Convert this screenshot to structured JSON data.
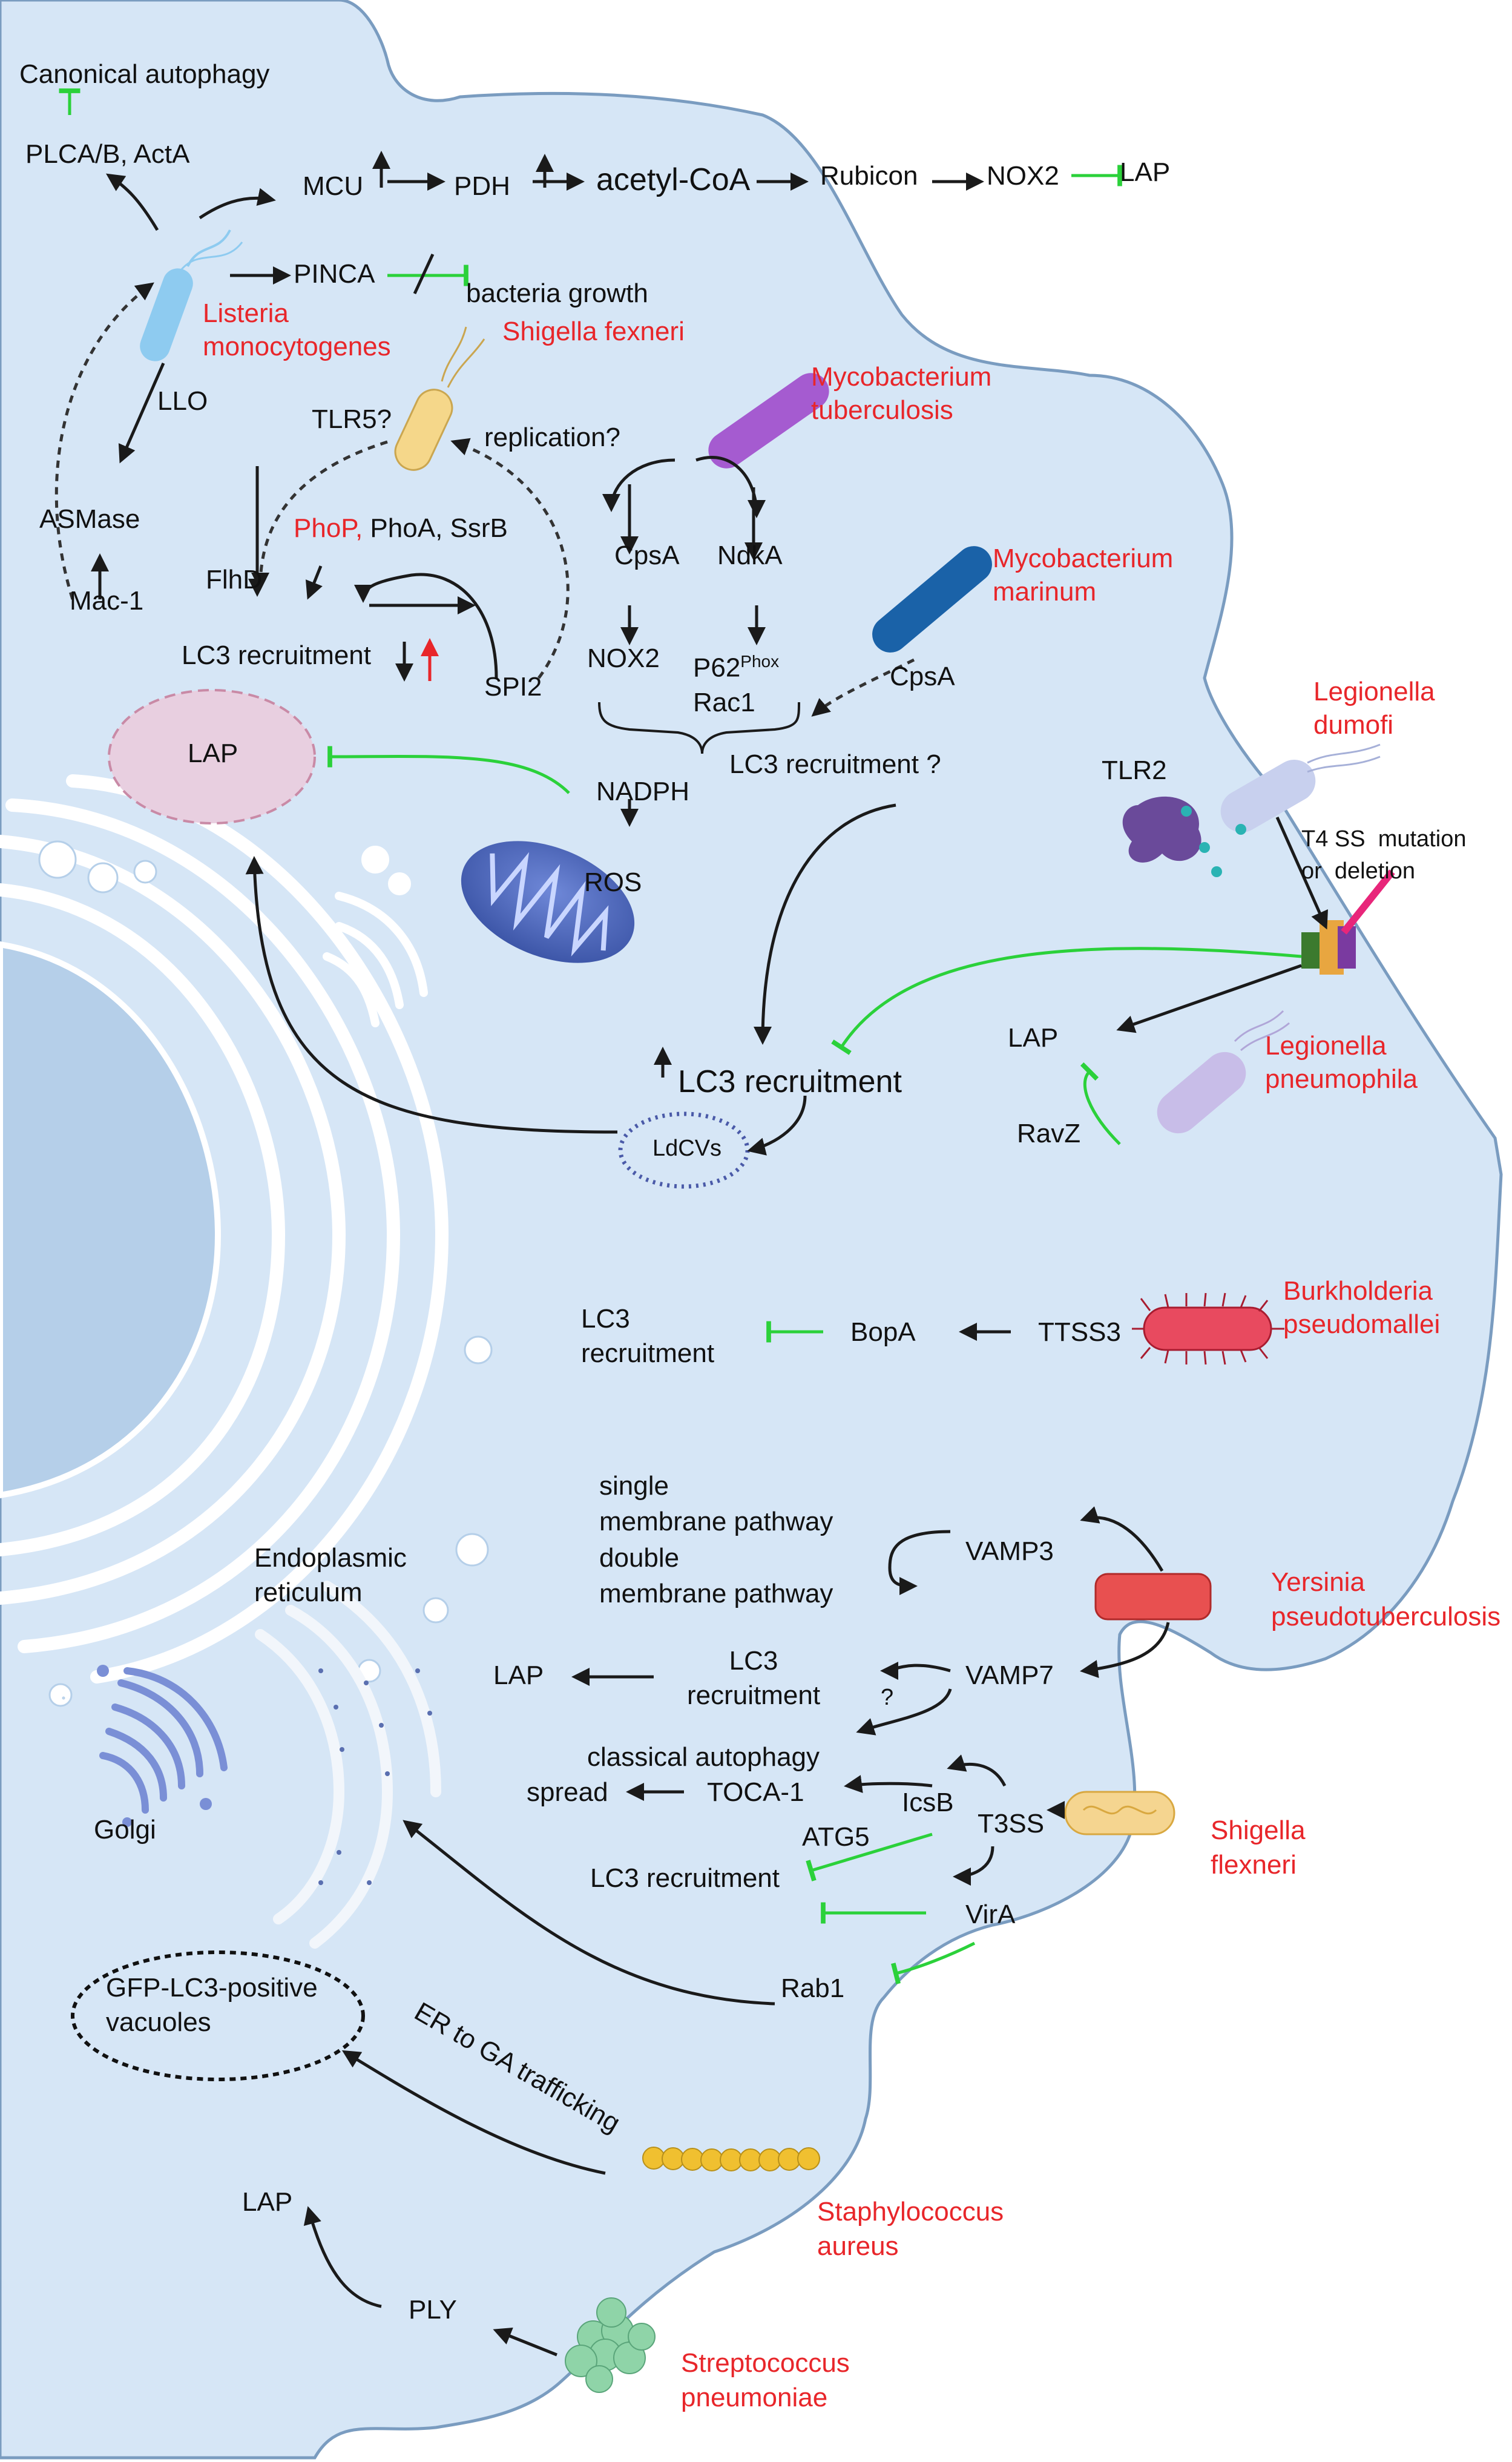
{
  "labels": {
    "canonical_autophagy": "Canonical   autophagy",
    "plca_acta": "PLCA/B,  ActA",
    "mcu": "MCU",
    "pdh": "PDH",
    "acetyl_coa": "acetyl-CoA",
    "rubicon": "Rubicon",
    "nox2_top": "NOX2",
    "lap_top": "LAP",
    "pinca": "PINCA",
    "bacteria_growth": "bacteria   growth",
    "listeria": "Listeria\nmonocytogenes",
    "shigella_top": "Shigella   fexneri",
    "mtb": "Mycobacterium\ntuberculosis",
    "llo": "LLO",
    "tlr5": "TLR5?",
    "replication": "replication?",
    "asmase": "ASMase",
    "mac1": "Mac-1",
    "phop": "PhoP,",
    "phoa_ssrb": " PhoA,  SsrB",
    "flhd": "FlhD",
    "lc3_recruitment_1": "LC3   recruitment",
    "spi2": "SPI2",
    "cpsa_1": "CpsA",
    "ndka": "NdkA",
    "nox2_mid": "NOX2",
    "p62phox": "P62",
    "phox_sup": "Phox",
    "rac1": "Rac1",
    "nadph": "NADPH",
    "ros": "ROS",
    "marinum": "Mycobacterium\nmarinum",
    "cpsa_2": "CpsA",
    "lc3_recruitment_q": "LC3   recruitment  ?",
    "lap_oval": "LAP",
    "legionella_dumofi": "Legionella\ndumofi",
    "tlr2": "TLR2",
    "t4ss": "T4 SS  mutation\nor  deletion",
    "lap_legionella": "LAP",
    "legionella_pneumophila": "Legionella\npneumophila",
    "ravz": "RavZ",
    "lc3_recruitment_center": "LC3 recruitment",
    "ldcvs": "LdCVs",
    "lc3_recruitment_burk": "LC3\nrecruitment",
    "bopa": "BopA",
    "ttss3": "TTSS3",
    "burkholderia": "Burkholderia\npseudomallei",
    "single_double": "single\nmembrane pathway\ndouble\nmembrane pathway",
    "vamp3": "VAMP3",
    "yersinia": "Yersinia\npseudotuberculosis",
    "er": "Endoplasmic\nreticulum",
    "lap_yersinia": "LAP",
    "lc3_recruitment_yers": "LC3\nrecruitment",
    "q_mark": "?",
    "vamp7": "VAMP7",
    "classical_autophagy": "classical autophagy",
    "spread": "spread",
    "toca1": "TOCA-1",
    "icsb": "IcsB",
    "golgi": "Golgi",
    "atg5": "ATG5",
    "t3ss": "T3SS",
    "shigella_bottom": "Shigella\nflexneri",
    "lc3_recruitment_shig": "LC3 recruitment",
    "vira": "VirA",
    "er_to_ga": "ER to GA trafficking",
    "rab1": "Rab1",
    "gfp_lc3": "GFP-LC3-positive\nvacuoles",
    "staph": "Staphylococcus\naureus",
    "lap_strep": "LAP",
    "ply": "PLY",
    "strep": "Streptococcus\npneumoniae"
  },
  "colors": {
    "cell_fill": "#d6e6f6",
    "cell_border": "#7a9cc0",
    "nucleus": "#b5cfe9",
    "red_label": "#e8262a",
    "inhibit_green": "#2bd13a",
    "arrow_black": "#1a1a1a"
  }
}
